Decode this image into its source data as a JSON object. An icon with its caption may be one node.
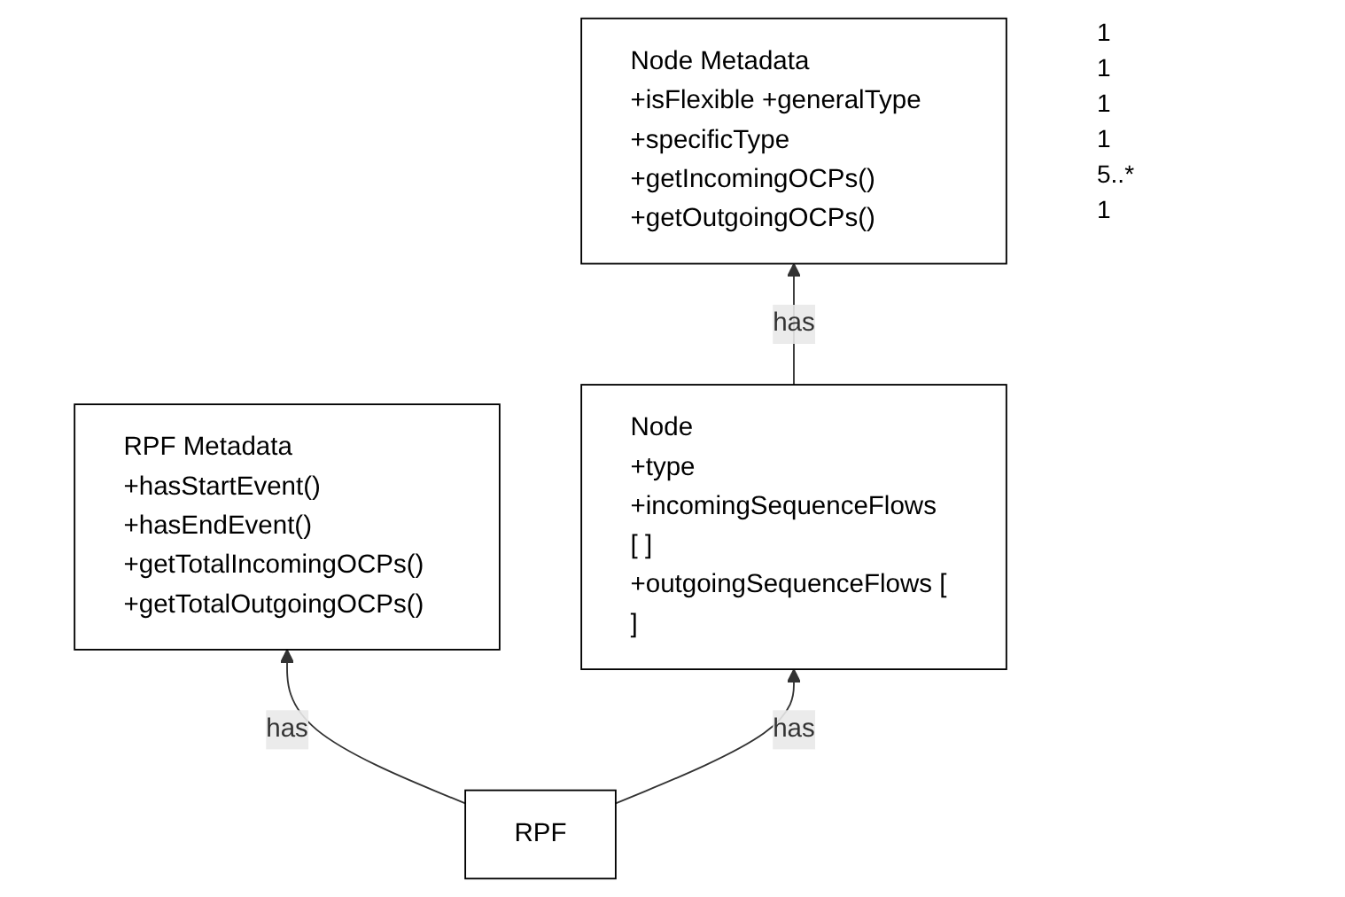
{
  "diagram": {
    "nodes": [
      {
        "text": [
          "Node Metadata",
          "+isFlexible +generalType +specificType",
          "+getIncomingOCPs() +getOutgoingOCPs()"
        ]
      },
      {
        "text": [
          "RPF Metadata",
          "+hasStartEvent() +hasEndEvent() +getTotalIncomingOCPs() +getTotalOutgoingOCPs()"
        ]
      },
      {
        "text": [
          "Node",
          "+type +incomingSequenceFlows [ ] +outgoingSequenceFlows [ ]"
        ]
      },
      {
        "text": [
          "RPF"
        ]
      }
    ],
    "edges": [
      {
        "from": 2,
        "to": 0,
        "arrow": "to",
        "label": "has"
      },
      {
        "from": 3,
        "to": 1,
        "arrow": "to",
        "label": "has"
      },
      {
        "from": 3,
        "to": 2,
        "arrow": "to",
        "label": "has"
      }
    ],
    "labels": [
      "1",
      "1",
      "1",
      "1",
      "5..*",
      "1"
    ]
  }
}
